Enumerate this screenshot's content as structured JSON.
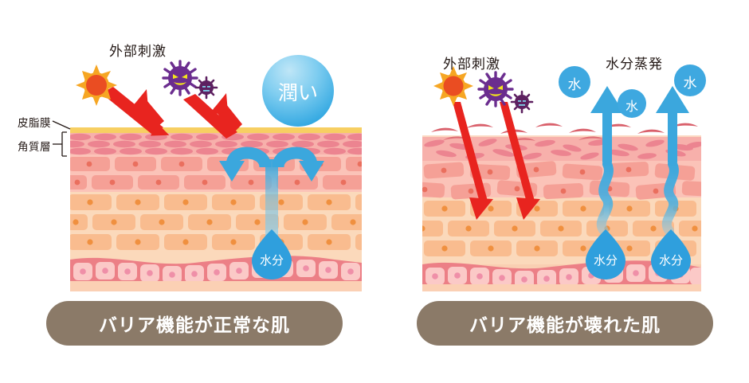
{
  "figure": {
    "title_left": "バリア機能が正常な肌",
    "title_right": "バリア機能が壊れた肌"
  },
  "left_panel": {
    "heading_stimulus": "外部刺激",
    "label_sebum_film": "皮脂膜",
    "label_stratum_corneum": "角質層",
    "bubble_moist": "潤い",
    "droplet_water": "水分",
    "icons": {
      "sun": "sun-icon",
      "germ_large": "germ-icon",
      "germ_small": "germ-small-icon",
      "arrow_deflect": "red-deflect-arrow-icon",
      "arrow_retain": "blue-retain-arrow-icon"
    }
  },
  "right_panel": {
    "heading_stimulus": "外部刺激",
    "heading_evaporation": "水分蒸発",
    "bubble_water_1": "水",
    "bubble_water_2": "水",
    "bubble_water_3": "水",
    "droplet_water_1": "水分",
    "droplet_water_2": "水分",
    "icons": {
      "sun": "sun-icon",
      "germ_large": "germ-icon",
      "germ_small": "germ-small-icon",
      "arrow_penetrate": "red-penetrating-arrow-icon",
      "arrow_evaporate": "blue-evaporation-arrow-icon"
    }
  },
  "colors": {
    "caption_bg": "#8b7a68",
    "sebum_film": "#f5d76e",
    "corneum": "#f3a0a0",
    "corneum_cell": "#e8798a",
    "brick_pink": "#f6a8a0",
    "brick_orange": "#f9c49a",
    "basal_band": "#ef8d92",
    "red_arrow": "#e8241f",
    "blue_arrow": "#3ba7dd",
    "blue_bubble": "#3ea8e0",
    "germ_purple": "#6b2d8f",
    "germ_dark": "#5d2060",
    "sun_outer": "#f6a623",
    "sun_inner": "#ea4d22",
    "text_dark": "#231815"
  }
}
